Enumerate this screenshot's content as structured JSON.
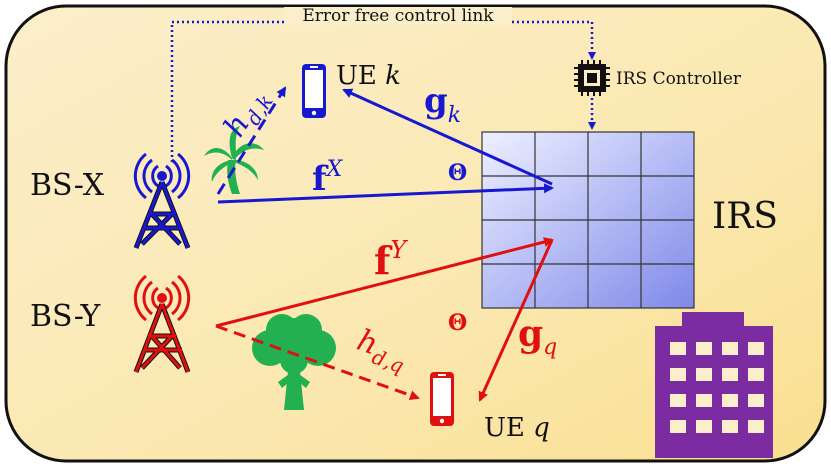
{
  "link": {
    "label": "Error free control link"
  },
  "controller": {
    "label": "IRS Controller"
  },
  "irs": {
    "label": "IRS"
  },
  "bs_x": {
    "label": "BS-X"
  },
  "bs_y": {
    "label": "BS-Y"
  },
  "ue_k": {
    "prefix": "UE",
    "index": "k"
  },
  "ue_q": {
    "prefix": "UE",
    "index": "q"
  },
  "channels": {
    "hdk": {
      "base": "h",
      "sub": "d,k"
    },
    "gk": {
      "base": "g",
      "sub": "k"
    },
    "fx": {
      "base": "f",
      "sup": "X"
    },
    "fy": {
      "base": "f",
      "sup": "Y"
    },
    "hdq": {
      "base": "h",
      "sub": "d,q"
    },
    "gq": {
      "base": "g",
      "sub": "q"
    },
    "theta_x": "Θ",
    "theta_y": "Θ"
  },
  "colors": {
    "blue": "#1818d0",
    "red": "#e01010",
    "background": "#fde9a8",
    "irs_panel": "#8e98ee",
    "building": "#7a2ca0",
    "tree": "#22b050"
  }
}
